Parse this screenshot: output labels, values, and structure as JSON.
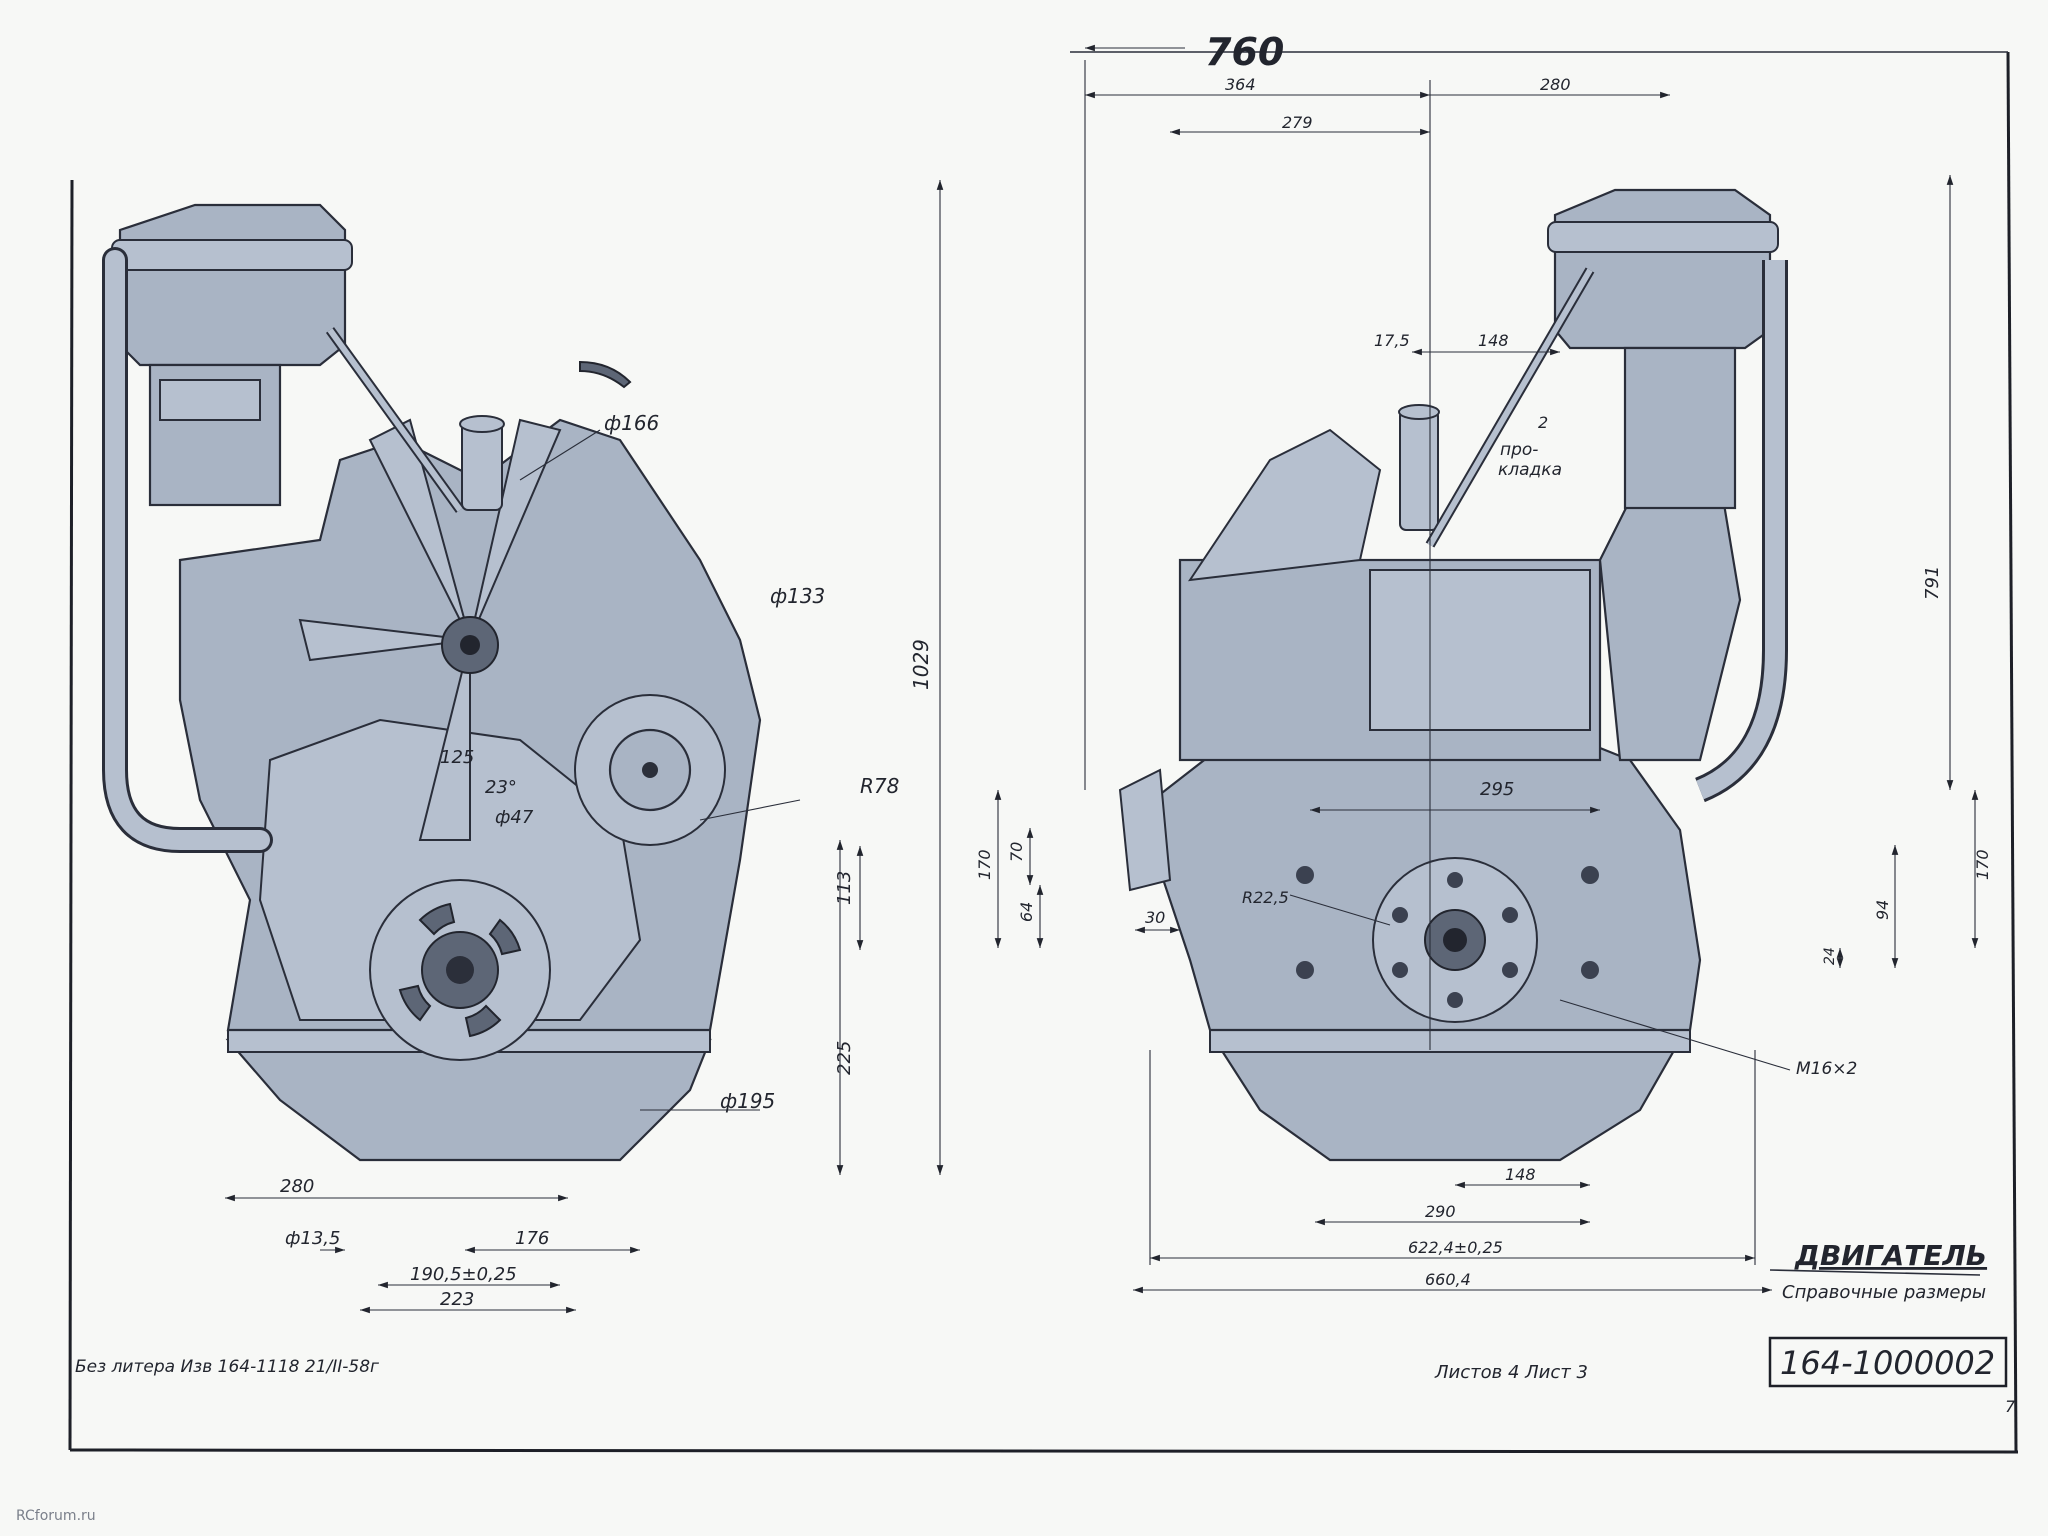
{
  "title_block": {
    "title": "ДВИГАТЕЛЬ",
    "subtitle": "Справочные размеры",
    "drawing_number": "164-1000002",
    "sheets": "Листов 4  Лист 3",
    "footer_left": "Без литера  Изв 164-1118  21/II-58г",
    "page_number": "7"
  },
  "watermark": "RCforum.ru",
  "notes": {
    "gasket": "про-\nкладка"
  },
  "front_view": {
    "dims": {
      "d166": "ф166",
      "d133": "ф133",
      "r78": "R78",
      "d125": "125",
      "a23": "23°",
      "d47": "ф47",
      "h1029": "1029",
      "h113": "113",
      "h225": "225",
      "d195": "ф195",
      "w280": "280",
      "d13_5": "ф13,5",
      "w176": "176",
      "w190": "190,5±0,25",
      "w223": "223"
    }
  },
  "rear_view": {
    "dims": {
      "w760": "760",
      "w364": "364",
      "w280top": "280",
      "w279": "279",
      "w17_5": "17,5",
      "w148top": "148",
      "w2": "2",
      "h791": "791",
      "w295": "295",
      "h170l": "170",
      "h70": "70",
      "h64": "64",
      "w30": "30",
      "r22_5": "R22,5",
      "h170r": "170",
      "h94": "94",
      "h24": "24",
      "m16": "M16×2",
      "w148bot": "148",
      "w290": "290",
      "w622": "622,4±0,25",
      "w660": "660,4"
    }
  }
}
